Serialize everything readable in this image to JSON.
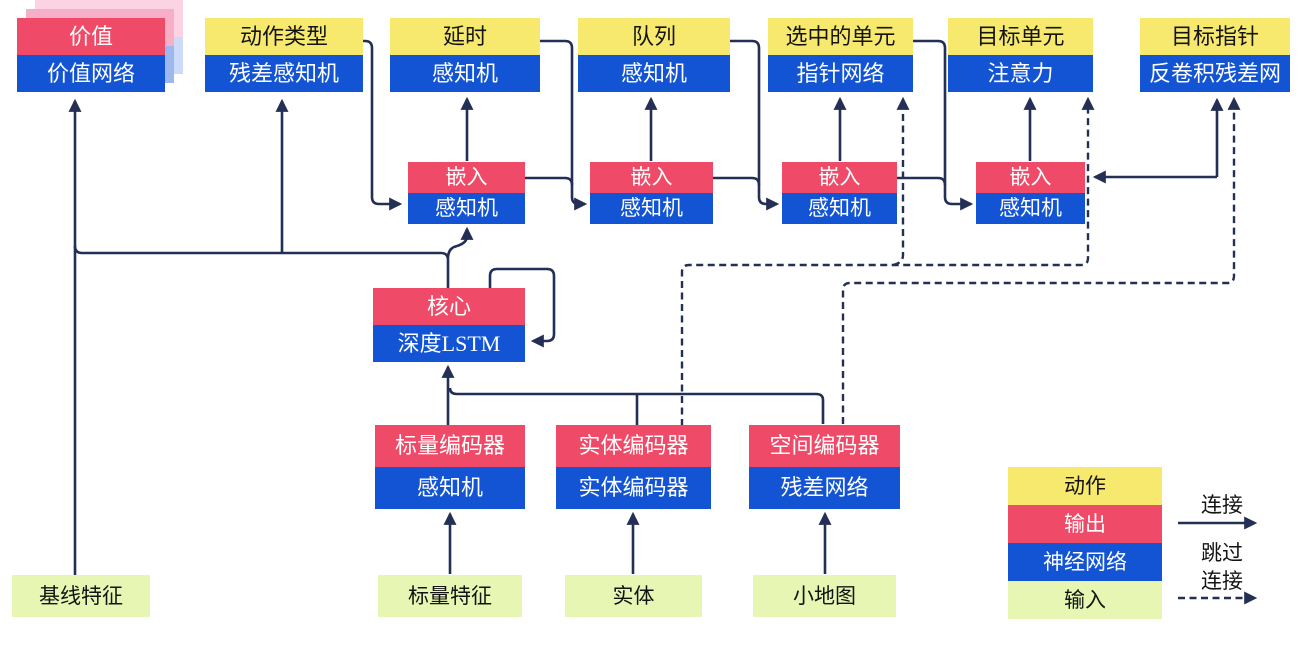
{
  "diagram_title": "AlphaStar-style agent architecture (Chinese)",
  "nodes": {
    "value": {
      "head": "价值",
      "body": "价值网络"
    },
    "action_type": {
      "head": "动作类型",
      "body": "残差感知机"
    },
    "delay": {
      "head": "延时",
      "body": "感知机"
    },
    "queue": {
      "head": "队列",
      "body": "感知机"
    },
    "selected_units": {
      "head": "选中的单元",
      "body": "指针网络"
    },
    "target_unit": {
      "head": "目标单元",
      "body": "注意力"
    },
    "target_pointer": {
      "head": "目标指针",
      "body": "反卷积残差网"
    },
    "embed1": {
      "head": "嵌入",
      "body": "感知机"
    },
    "embed2": {
      "head": "嵌入",
      "body": "感知机"
    },
    "embed3": {
      "head": "嵌入",
      "body": "感知机"
    },
    "embed4": {
      "head": "嵌入",
      "body": "感知机"
    },
    "core": {
      "head": "核心",
      "body": "深度LSTM"
    },
    "scalar_encoder": {
      "head": "标量编码器",
      "body": "感知机"
    },
    "entity_encoder": {
      "head": "实体编码器",
      "body": "实体编码器"
    },
    "spatial_encoder": {
      "head": "空间编码器",
      "body": "残差网络"
    },
    "baseline_features": {
      "label": "基线特征"
    },
    "scalar_features": {
      "label": "标量特征"
    },
    "entities": {
      "label": "实体"
    },
    "minimap": {
      "label": "小地图"
    }
  },
  "legend": {
    "action": "动作",
    "output": "输出",
    "neural_network": "神经网络",
    "input": "输入",
    "connection": "连接",
    "skip_line1": "跳过",
    "skip_line2": "连接"
  },
  "colors": {
    "action_yellow": "#F6E96E",
    "output_red": "#EF4A68",
    "network_blue": "#1254D4",
    "input_green": "#E7F6B2",
    "wire_navy": "#232F55",
    "stack_pink_near": "#F7AFC8",
    "stack_pink_far": "#FBD3E2",
    "stack_blue_near": "#9DB8EF",
    "stack_blue_far": "#CDDAF8"
  },
  "edge_styles": {
    "connection": "solid",
    "skip_connection": "dashed"
  }
}
